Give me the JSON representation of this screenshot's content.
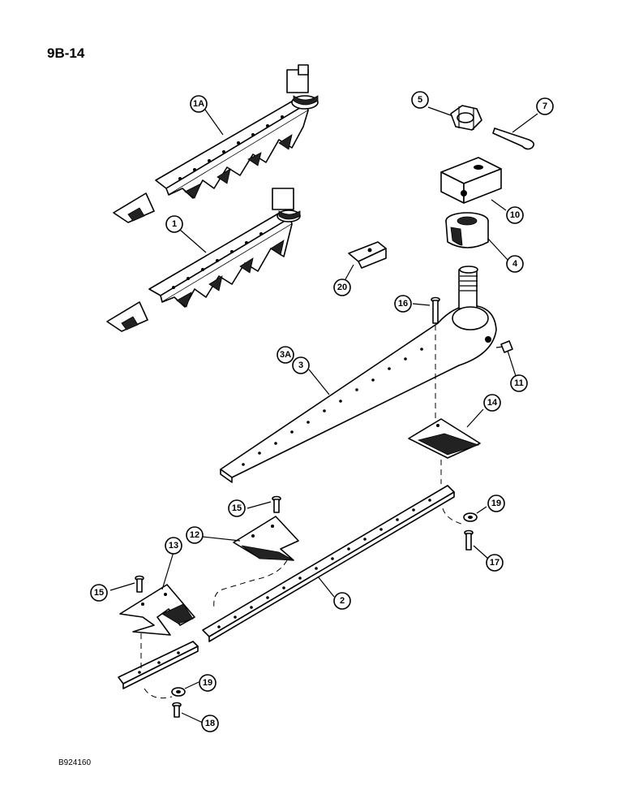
{
  "page_label": "9B-14",
  "reference_code": "B924160",
  "callouts": [
    {
      "id": "c-1a",
      "label": "1A"
    },
    {
      "id": "c-1",
      "label": "1"
    },
    {
      "id": "c-5",
      "label": "5"
    },
    {
      "id": "c-7",
      "label": "7"
    },
    {
      "id": "c-10",
      "label": "10"
    },
    {
      "id": "c-4",
      "label": "4"
    },
    {
      "id": "c-20",
      "label": "20"
    },
    {
      "id": "c-16",
      "label": "16"
    },
    {
      "id": "c-3a",
      "label": "3A"
    },
    {
      "id": "c-3",
      "label": "3"
    },
    {
      "id": "c-11",
      "label": "11"
    },
    {
      "id": "c-14",
      "label": "14"
    },
    {
      "id": "c-15a",
      "label": "15"
    },
    {
      "id": "c-12",
      "label": "12"
    },
    {
      "id": "c-13",
      "label": "13"
    },
    {
      "id": "c-15b",
      "label": "15"
    },
    {
      "id": "c-2",
      "label": "2"
    },
    {
      "id": "c-19a",
      "label": "19"
    },
    {
      "id": "c-17",
      "label": "17"
    },
    {
      "id": "c-19b",
      "label": "19"
    },
    {
      "id": "c-18",
      "label": "18"
    }
  ]
}
